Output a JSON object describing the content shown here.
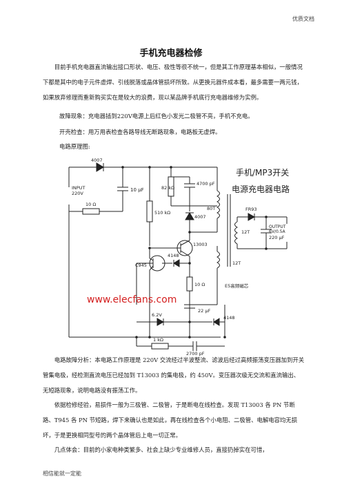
{
  "header": {
    "note": "优质文档"
  },
  "title": "手机充电器检修",
  "paragraphs": {
    "intro": "目前手机充电器直流输出接口形状、电压、极性等很不统一，但是其工作原理基本相似，一般情况下都是其中的电子元件虚焊、引线脱落或晶体管损坏所致。从更换元器件成本看，最多需要一两元钱，如果放弃修理而重新购买实在是较大的浪费，现以某品牌手机底行充电器维修为实例。",
    "symptom": "故障现象：充电器插到220V电源上后红色小发光二极管不亮，手机不充电。",
    "inspection": "开壳检查：用万用表检查各路导线无断路现象，电路板无虚焊。",
    "schematic_label": "电路原理图:",
    "analysis": "电路故障分析：本电路工作原理是 220V 交流经过半波整流、滤波后经过高频振荡变压器加到开关管集电极，经检测直流电压已经加到 T13003 的集电极，约 450V。变压器次级无交流和直流输出、无短路现象，说明电路没有振荡工作。",
    "repair": "依据检修经验，易损件一般为三极管、二极管，于是断电在线检查。发现 T13003 各 PN 节断路、T945 各 PN 节短路，焊下来确认也是如此，再在线检查各个小电阻、二极管、电解电容均无损坏，于是更换相同型号的两个晶体管后上电一切正常。",
    "experience": "几点体会：目前的小家电种类繁多、社会上缺少专业维修人员，直接扔掉实在可惜，"
  },
  "footer": {
    "note": "相信能就一定能"
  },
  "schematic": {
    "title_line1": "手机/MP3开关",
    "title_line2": "电源充电器电路",
    "watermark": "www.elecfans.com",
    "labels": {
      "d_input": "4007",
      "input": "INPUT",
      "input_v": "220V",
      "c_filter": "10 μF",
      "r_input": "10 Ω",
      "r_start": "510 kΩ",
      "r_snub": "82 kΩ",
      "c_snub": "4700 pF",
      "d_snub": "4007",
      "transformer": "80T",
      "t_switch": "13003",
      "d_4148a": "4148",
      "t_ctrl": "C945",
      "r_emit": "10 Ω",
      "fb_winding": "12T",
      "transformer_type": "E5高频磁芯",
      "d_out": "FR93",
      "sec_winding": "12T",
      "c_out": "220 μF",
      "output": "OUTPUT",
      "output_spec": "6V/0.5A",
      "zener": "6.2V",
      "c_fb": "22 μF",
      "d_4148b": "4148",
      "r_fb": "1 kΩ",
      "c_fb2": "2700 pF"
    },
    "colors": {
      "watermark": "#d42020",
      "line": "#222222"
    }
  }
}
